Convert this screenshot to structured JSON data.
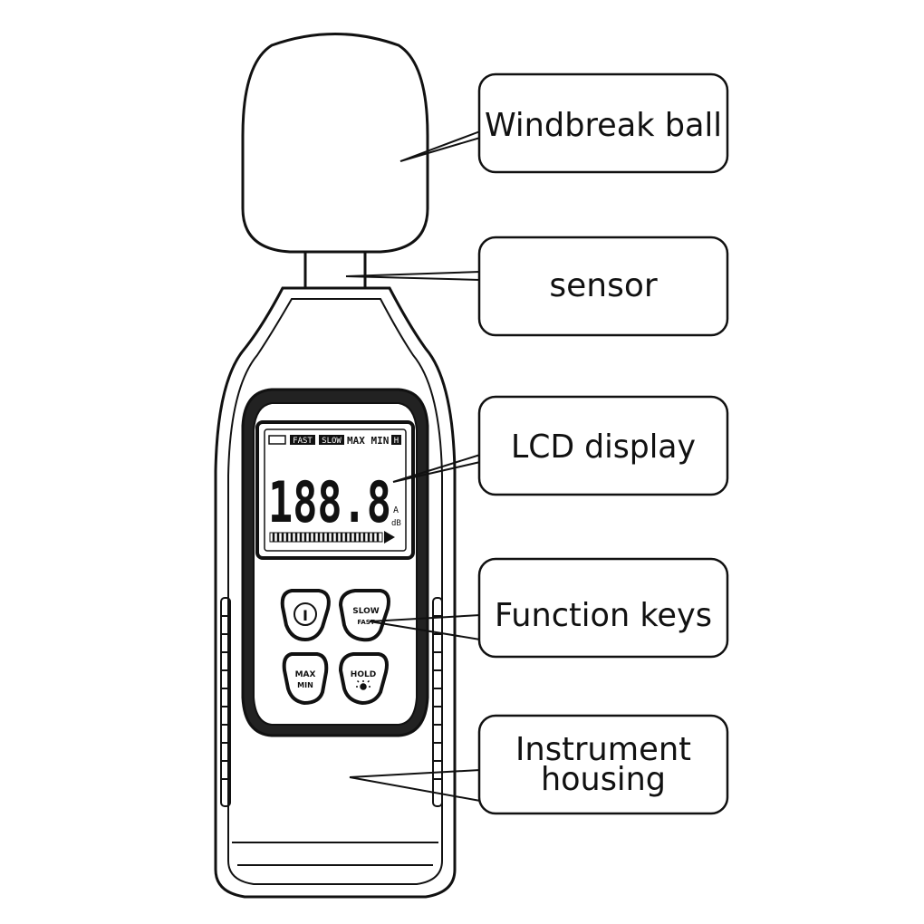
{
  "callouts": [
    {
      "id": "windbreak-ball",
      "lines": [
        "Windbreak ball"
      ]
    },
    {
      "id": "sensor",
      "lines": [
        "sensor"
      ]
    },
    {
      "id": "lcd-display",
      "lines": [
        "LCD display"
      ]
    },
    {
      "id": "function-keys",
      "lines": [
        "Function keys"
      ]
    },
    {
      "id": "instrument-housing",
      "lines": [
        "Instrument",
        "housing"
      ]
    }
  ],
  "lcd": {
    "status_fast": "FAST",
    "status_slow": "SLOW",
    "status_maxmin": "MAX MIN",
    "status_hold": "H",
    "reading": "188.8",
    "unit_weighting": "A",
    "unit_db": "dB"
  },
  "keys": {
    "power_symbol": "I",
    "slow_line1": "SLOW",
    "slow_line2": "FAST",
    "maxmin_line1": "MAX",
    "maxmin_line2": "MIN",
    "hold_label": "HOLD"
  },
  "colors": {
    "outline": "#111111",
    "background": "#ffffff",
    "callout_border": "#111111"
  }
}
